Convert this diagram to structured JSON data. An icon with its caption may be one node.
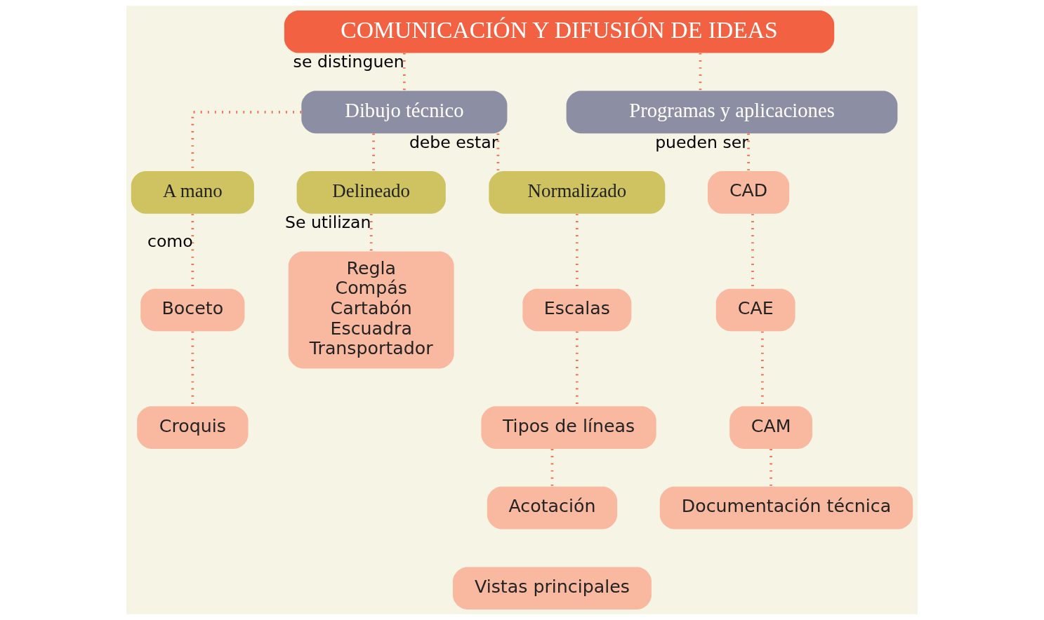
{
  "diagram": {
    "nodes": [
      {
        "text": [
          "COMUNICACIÓN Y DIFUSIÓN DE IDEAS"
        ]
      },
      {
        "text": [
          "Dibujo técnico"
        ]
      },
      {
        "text": [
          "Programas y aplicaciones"
        ]
      },
      {
        "text": [
          "A mano"
        ]
      },
      {
        "text": [
          "Delineado"
        ]
      },
      {
        "text": [
          "Normalizado"
        ]
      },
      {
        "text": [
          "CAD"
        ]
      },
      {
        "text": [
          "CAE"
        ]
      },
      {
        "text": [
          "CAM"
        ]
      },
      {
        "text": [
          "Documentación técnica"
        ]
      },
      {
        "text": [
          "Boceto"
        ]
      },
      {
        "text": [
          "Croquis"
        ]
      },
      {
        "text": [
          "Regla",
          "Compás",
          "Cartabón",
          "Escuadra",
          "Transportador"
        ]
      },
      {
        "text": [
          "Escalas"
        ]
      },
      {
        "text": [
          "Tipos de líneas"
        ]
      },
      {
        "text": [
          "Acotación"
        ]
      },
      {
        "text": [
          "Vistas principales"
        ]
      }
    ],
    "edges": [
      {
        "from": 0,
        "to": 1,
        "arrow": "none",
        "label": "se distinguen"
      },
      {
        "from": 0,
        "to": 2,
        "arrow": "none"
      },
      {
        "from": 1,
        "to": 3,
        "arrow": "none"
      },
      {
        "from": 1,
        "to": 4,
        "arrow": "none"
      },
      {
        "from": 1,
        "to": 5,
        "arrow": "none",
        "label": "debe estar"
      },
      {
        "from": 2,
        "to": 6,
        "arrow": "none",
        "label": "pueden ser"
      },
      {
        "from": 6,
        "to": 7,
        "arrow": "none"
      },
      {
        "from": 7,
        "to": 8,
        "arrow": "none"
      },
      {
        "from": 8,
        "to": 9,
        "arrow": "none"
      },
      {
        "from": 3,
        "to": 10,
        "arrow": "none",
        "label": "como"
      },
      {
        "from": 10,
        "to": 11,
        "arrow": "none"
      },
      {
        "from": 4,
        "to": 12,
        "arrow": "none",
        "label": "Se utilizan"
      },
      {
        "from": 5,
        "to": 13,
        "arrow": "none"
      },
      {
        "from": 13,
        "to": 14,
        "arrow": "none"
      },
      {
        "from": 14,
        "to": 15,
        "arrow": "none"
      }
    ]
  }
}
